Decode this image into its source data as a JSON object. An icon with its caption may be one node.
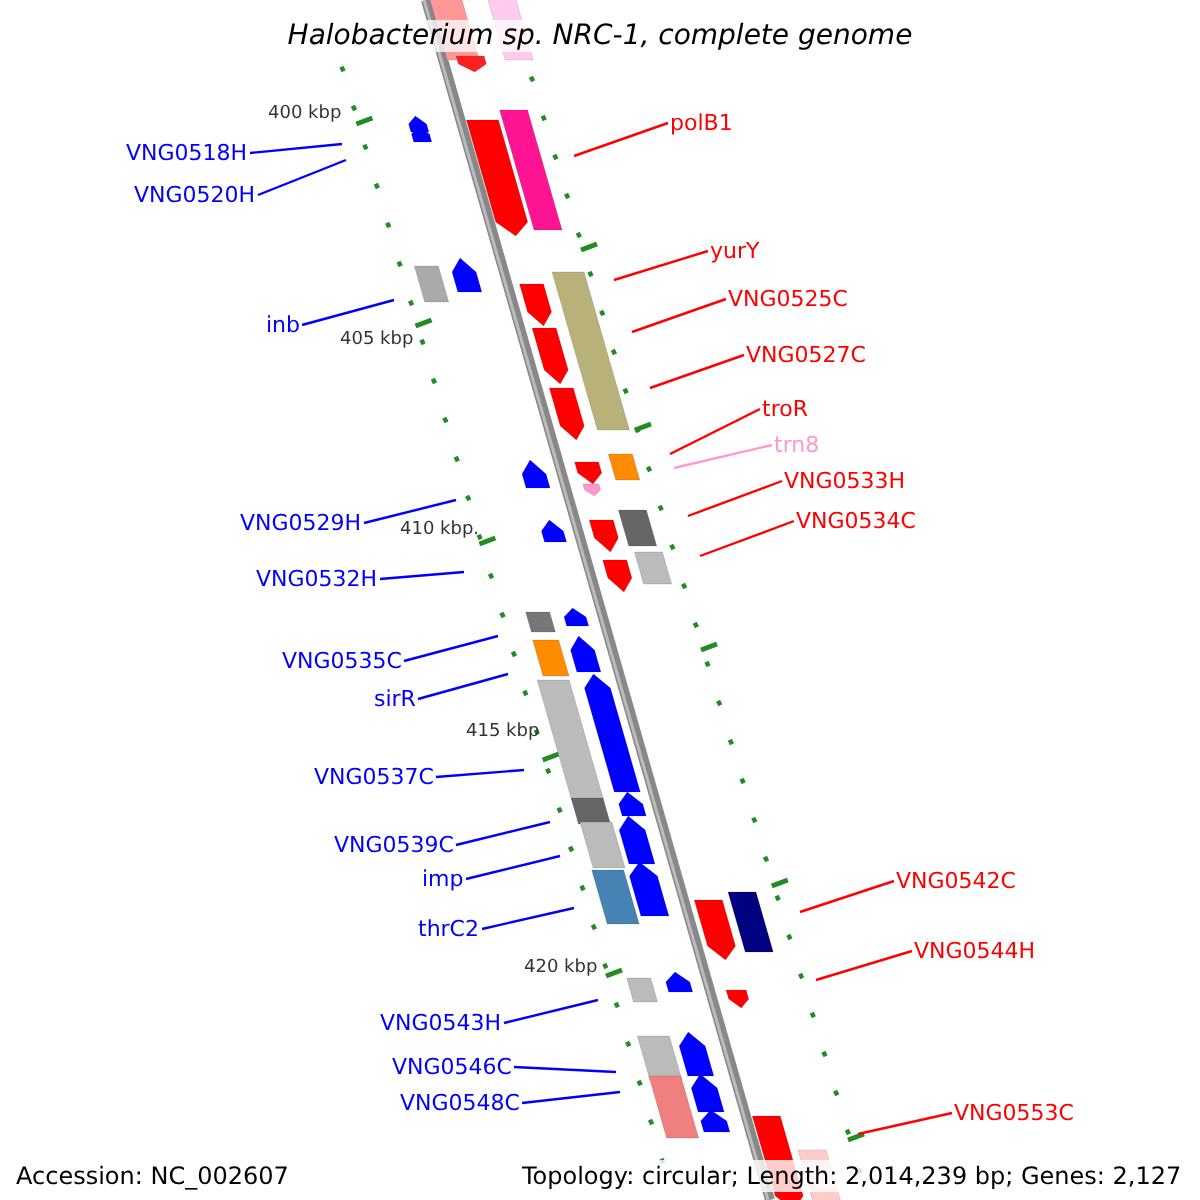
{
  "diagram": {
    "title": "Halobacterium sp. NRC-1, complete genome",
    "nodes": [
      {
        "text": [
          "polB1"
        ]
      },
      {
        "text": [
          "VNG0518H"
        ]
      },
      {
        "text": [
          "VNG0520H"
        ]
      },
      {
        "text": [
          "yurY"
        ]
      },
      {
        "text": [
          "VNG0525C"
        ]
      },
      {
        "text": [
          "inb"
        ]
      },
      {
        "text": [
          "VNG0527C"
        ]
      },
      {
        "text": [
          "troR"
        ]
      },
      {
        "text": [
          "trn8"
        ]
      },
      {
        "text": [
          "VNG0533H"
        ]
      },
      {
        "text": [
          "VNG0529H"
        ]
      },
      {
        "text": [
          "VNG0534C"
        ]
      },
      {
        "text": [
          "VNG0532H"
        ]
      },
      {
        "text": [
          "VNG0535C"
        ]
      },
      {
        "text": [
          "sirR"
        ]
      },
      {
        "text": [
          "VNG0537C"
        ]
      },
      {
        "text": [
          "VNG0539C"
        ]
      },
      {
        "text": [
          "imp"
        ]
      },
      {
        "text": [
          "VNG0542C"
        ]
      },
      {
        "text": [
          "thrC2"
        ]
      },
      {
        "text": [
          "VNG0544H"
        ]
      },
      {
        "text": [
          "VNG0543H"
        ]
      },
      {
        "text": [
          "VNG0546C"
        ]
      },
      {
        "text": [
          "VNG0553C"
        ]
      },
      {
        "text": [
          "VNG0548C"
        ]
      }
    ],
    "edges": [
      {
        "from": 0,
        "to": null,
        "arrow": "none",
        "color": "#ff0000"
      },
      {
        "from": 1,
        "to": null,
        "arrow": "none",
        "color": "#0000ff"
      },
      {
        "from": 2,
        "to": null,
        "arrow": "none",
        "color": "#0000ff"
      },
      {
        "from": 3,
        "to": null,
        "arrow": "none",
        "color": "#ff0000"
      },
      {
        "from": 4,
        "to": null,
        "arrow": "none",
        "color": "#ff0000"
      },
      {
        "from": 5,
        "to": null,
        "arrow": "none",
        "color": "#0000ff"
      },
      {
        "from": 6,
        "to": null,
        "arrow": "none",
        "color": "#ff0000"
      },
      {
        "from": 7,
        "to": null,
        "arrow": "none",
        "color": "#ff0000"
      },
      {
        "from": 8,
        "to": null,
        "arrow": "none",
        "color": "#ff99cc"
      },
      {
        "from": 9,
        "to": null,
        "arrow": "none",
        "color": "#ff0000"
      },
      {
        "from": 10,
        "to": null,
        "arrow": "none",
        "color": "#0000ff"
      },
      {
        "from": 11,
        "to": null,
        "arrow": "none",
        "color": "#ff0000"
      },
      {
        "from": 12,
        "to": null,
        "arrow": "none",
        "color": "#0000ff"
      },
      {
        "from": 13,
        "to": null,
        "arrow": "none",
        "color": "#0000ff"
      },
      {
        "from": 14,
        "to": null,
        "arrow": "none",
        "color": "#0000ff"
      },
      {
        "from": 15,
        "to": null,
        "arrow": "none",
        "color": "#0000ff"
      },
      {
        "from": 16,
        "to": null,
        "arrow": "none",
        "color": "#0000ff"
      },
      {
        "from": 17,
        "to": null,
        "arrow": "none",
        "color": "#0000ff"
      },
      {
        "from": 18,
        "to": null,
        "arrow": "none",
        "color": "#ff0000"
      },
      {
        "from": 19,
        "to": null,
        "arrow": "none",
        "color": "#0000ff"
      },
      {
        "from": 20,
        "to": null,
        "arrow": "none",
        "color": "#ff0000"
      },
      {
        "from": 21,
        "to": null,
        "arrow": "none",
        "color": "#0000ff"
      },
      {
        "from": 22,
        "to": null,
        "arrow": "none",
        "color": "#0000ff"
      },
      {
        "from": 23,
        "to": null,
        "arrow": "none",
        "color": "#ff0000"
      },
      {
        "from": 24,
        "to": null,
        "arrow": "none",
        "color": "#0000ff"
      }
    ],
    "labels": [
      "400 kbp",
      "405 kbp",
      "410 kbp.",
      "415 kbp",
      "420 kbp",
      "Accession: NC_002607",
      "Topology: circular; Length: 2,014,239 bp; Genes: 2,127"
    ]
  }
}
